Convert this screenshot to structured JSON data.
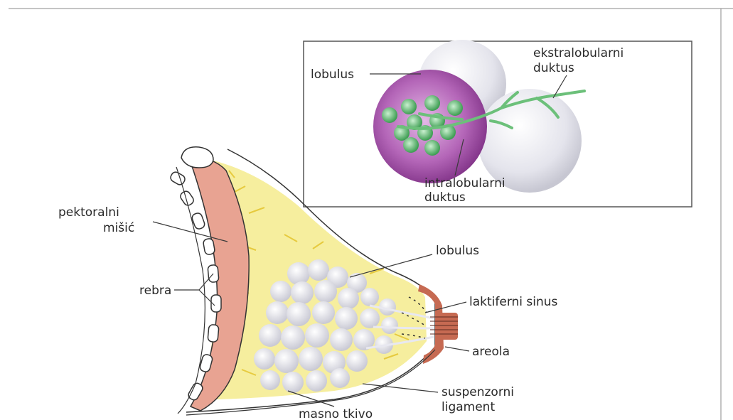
{
  "labels": {
    "inset_lobulus": "lobulus",
    "ekstralobularni_line1": "ekstralobularni",
    "ekstralobularni_line2": "duktus",
    "intralobularni_line1": "intralobularni",
    "intralobularni_line2": "duktus",
    "pektoralni_line1": "pektoralni",
    "pektoralni_line2": "mišić",
    "rebra": "rebra",
    "lobulus": "lobulus",
    "laktiferni_sinus": "laktiferni sinus",
    "areola": "areola",
    "suspenzorni_line1": "suspenzorni",
    "suspenzorni_line2": "ligament",
    "masno_tkivo": "masno tkivo"
  },
  "colors": {
    "muscle": "#e8a392",
    "fat": "#f7efa0",
    "fat_streak": "#e8c93a",
    "lobule": "#dcdce6",
    "areola": "#c66a52",
    "inset_lobule": "#a04aa6",
    "inset_duct": "#6cc07a"
  }
}
